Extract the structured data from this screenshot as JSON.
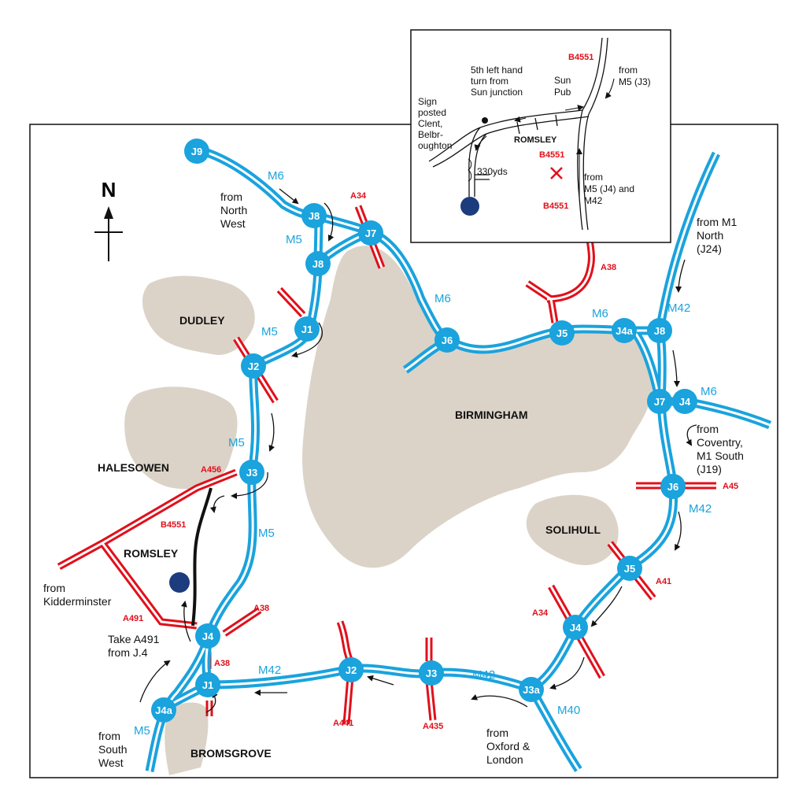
{
  "map": {
    "north_label": "N",
    "places": {
      "dudley": "DUDLEY",
      "halesowen": "HALESOWEN",
      "romsley": "ROMSLEY",
      "birmingham": "BIRMINGHAM",
      "solihull": "SOLIHULL",
      "bromsgrove": "BROMSGROVE"
    },
    "motorways": {
      "m6_nw": "M6",
      "m5_top": "M5",
      "m5_j1": "M5",
      "m5_mid": "M5",
      "m5_low": "M5",
      "m5_sw": "M5",
      "m6_mid": "M6",
      "m6_east": "M6",
      "m6_j4": "M6",
      "m42_ne": "M42",
      "m42_j6": "M42",
      "m42_south1": "M42",
      "m42_south2": "M42",
      "m40": "M40"
    },
    "a_roads": {
      "a34_n": "A34",
      "a38_n": "A38",
      "a456": "A456",
      "b4551": "B4551",
      "a491": "A491",
      "a38_j4": "A38",
      "a38_j1": "A38",
      "a45": "A45",
      "a41": "A41",
      "a34_s": "A34",
      "a441": "A441",
      "a435": "A435"
    },
    "junctions": {
      "j9": "J9",
      "j8a": "J8",
      "j8b": "J8",
      "j7": "J7",
      "j1m5": "J1",
      "j2m5": "J2",
      "j3m5": "J3",
      "j4m5": "J4",
      "j4a": "J4a",
      "j1m42": "J1",
      "j2m42": "J2",
      "j3m42": "J3",
      "j3a": "J3a",
      "j4m42": "J4",
      "j5m42": "J5",
      "j6m42": "J6",
      "j7m42": "J7",
      "j4m6": "J4",
      "j8m42": "J8",
      "j4am6": "J4a",
      "j5m6": "J5",
      "j6m6": "J6"
    },
    "directions": {
      "north_west": [
        "from",
        "North",
        "West"
      ],
      "m1_north": [
        "from M1",
        "North",
        "(J24)"
      ],
      "coventry": [
        "from",
        "Coventry,",
        "M1 South",
        "(J19)"
      ],
      "kidderminster": [
        "from",
        "Kidderminster"
      ],
      "take_a491": [
        "Take A491",
        "from J.4"
      ],
      "south_west": [
        "from",
        "South",
        "West"
      ],
      "oxford": [
        "from",
        "Oxford &",
        "London"
      ]
    }
  },
  "inset": {
    "b4551_top": "B4551",
    "from_m5_j3": [
      "from",
      "M5 (J3)"
    ],
    "sun_pub": [
      "Sun",
      "Pub"
    ],
    "fifth_left": [
      "5th left hand",
      "turn from",
      "Sun junction"
    ],
    "sign_posted": [
      "Sign",
      "posted",
      "Clent,",
      "Belbr-",
      "oughton"
    ],
    "romsley": "ROMSLEY",
    "b4551_mid": "B4551",
    "distance": "330yds",
    "from_m5_j4": [
      "from",
      "M5 (J4) and",
      "M42"
    ],
    "b4551_bottom": "B4551"
  },
  "colors": {
    "motorway": "#1aa3dd",
    "a_road": "#e0101b",
    "urban": "#dcd3c8",
    "destination": "#1c3c7e"
  }
}
